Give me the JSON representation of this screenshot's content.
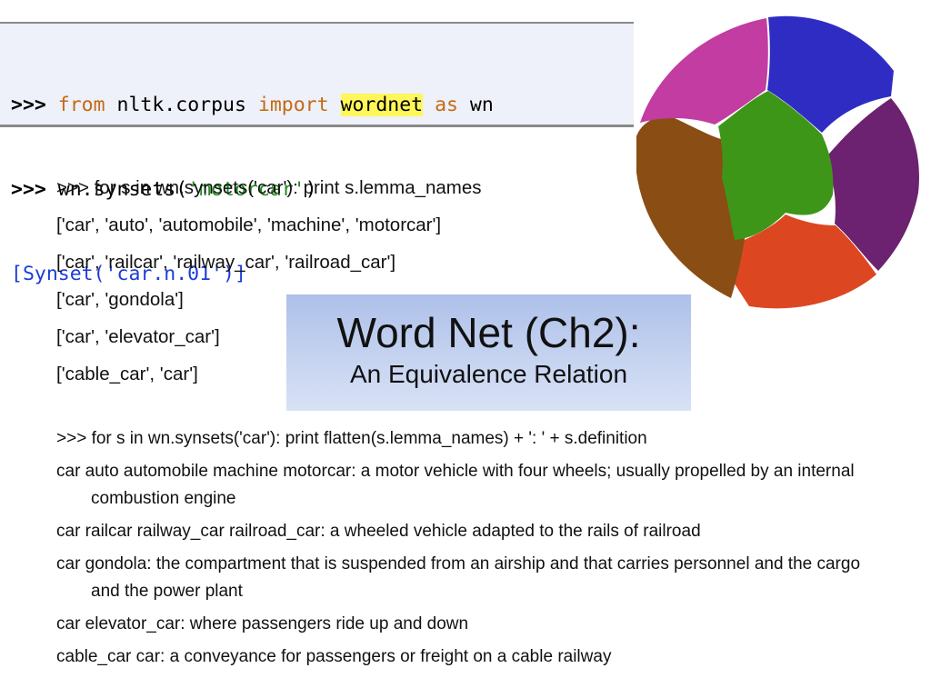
{
  "code_box": {
    "line1": {
      "prompt": ">>>",
      "kw_from": "from",
      "module": "nltk.corpus",
      "kw_import": "import",
      "name": "wordnet",
      "kw_as": "as",
      "alias": "wn"
    },
    "line2": {
      "prompt": ">>>",
      "call": "wn.synsets(",
      "arg": "'motorcar'",
      "close": ")"
    },
    "line3": {
      "output": "[Synset('car.n.01')]"
    }
  },
  "logo": {
    "colors": [
      "#2f2cc4",
      "#6c2270",
      "#dc4722",
      "#8a4d14",
      "#c23ca1",
      "#3e9618"
    ]
  },
  "lemma_block": [
    ">>> for s in wn.synsets('car'): print s.lemma_names",
    "['car', 'auto', 'automobile', 'machine', 'motorcar']",
    "['car', 'railcar', 'railway_car', 'railroad_car']",
    "['car', 'gondola']",
    "['car', 'elevator_car']",
    "['cable_car', 'car']"
  ],
  "title": {
    "main": "Word Net (Ch2):",
    "sub": "An Equivalence Relation"
  },
  "definition_block": [
    ">>> for s in wn.synsets('car'): print flatten(s.lemma_names) + ': ' + s.definition",
    "car auto automobile machine motorcar: a motor vehicle with four wheels; usually propelled by an internal combustion engine",
    "car railcar railway_car railroad_car: a wheeled vehicle adapted to the rails of railroad",
    "car gondola: the compartment that is suspended from an airship and that carries personnel and the cargo and the power plant",
    "car elevator_car: where passengers ride up and down",
    "cable_car car: a conveyance for passengers or freight on a cable railway"
  ]
}
